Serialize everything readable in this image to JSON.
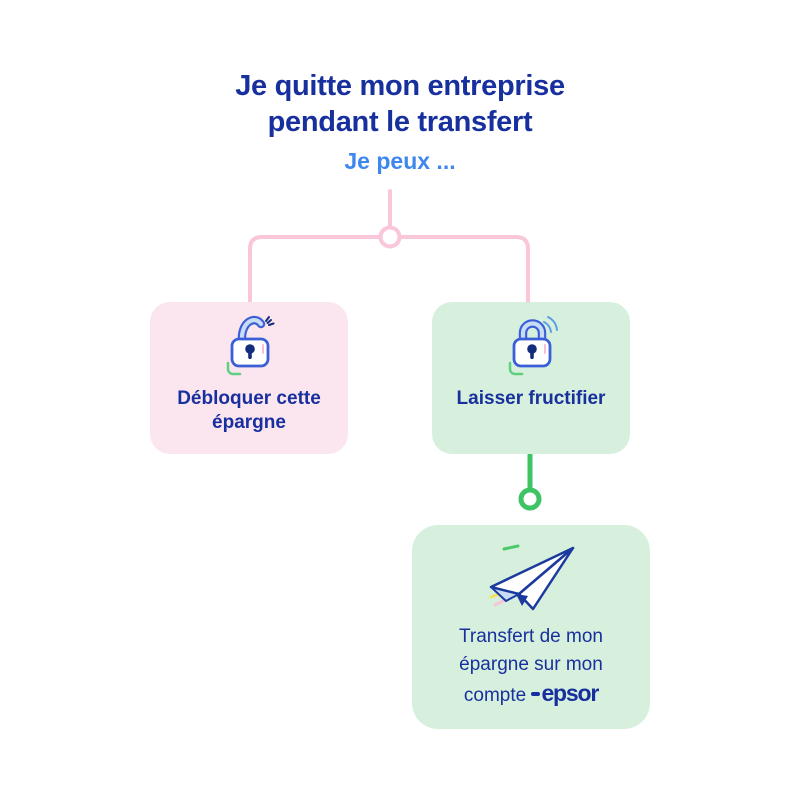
{
  "title": {
    "line1": "Je quitte mon entreprise",
    "line2": "pendant le transfert"
  },
  "subtitle": "Je peux ...",
  "branches": {
    "unlock": {
      "label": "Débloquer cette épargne",
      "icon": "padlock-open-icon"
    },
    "grow": {
      "label": "Laisser fructifier",
      "icon": "padlock-closed-icon"
    }
  },
  "outcome": {
    "text": "Transfert de mon épargne sur mon compte",
    "brand": "epsor",
    "icon": "paper-plane-icon"
  },
  "colors": {
    "heading_navy": "#18309D",
    "subtitle_blue": "#3D87EE",
    "pink_box": "#FBE5EF",
    "green_box": "#D7F0DD",
    "pink_connector": "#F9C6DA",
    "green_connector": "#3EC464",
    "icon_outline_blue": "#3A5FD7",
    "icon_light_blue": "#C8DCF5",
    "keyhole_navy": "#132C7E",
    "accent_green": "#5FD080",
    "accent_pink": "#F8BFD4",
    "accent_yellow": "#F2E35D"
  }
}
